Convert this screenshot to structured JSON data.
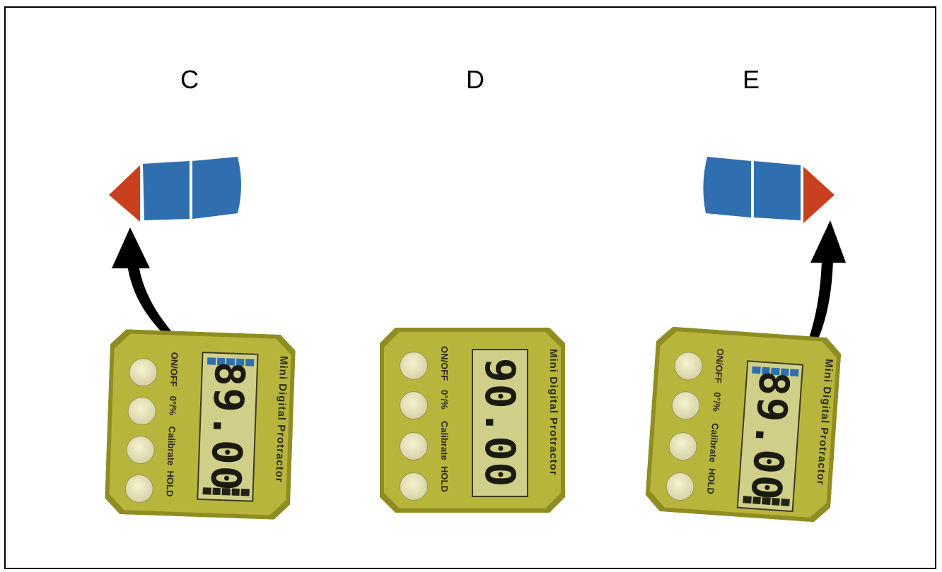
{
  "panels": [
    {
      "label": "C",
      "reading": "89.00",
      "top_bar": "blue",
      "pointer": "left"
    },
    {
      "label": "D",
      "reading": "90.00",
      "top_bar": "none",
      "pointer": "none"
    },
    {
      "label": "E",
      "reading": "89.00",
      "top_bar": "blue",
      "pointer": "right"
    }
  ],
  "device": {
    "brand": "Mini Digital Protractor",
    "buttons": [
      "ON/OFF",
      "0°/%",
      "Calibrate",
      "HOLD"
    ]
  },
  "colors": {
    "body": "#b8b53c",
    "body_edge": "#8f8c22",
    "lcd": "#cfcf8a",
    "arrow_head": "#c8401e",
    "arrow_body": "#2f6fb0",
    "curve_arrow": "#000000"
  },
  "icons": {
    "arrow_indicator": "direction-arrow-icon",
    "curved_arrow": "curved-arrow-icon"
  }
}
